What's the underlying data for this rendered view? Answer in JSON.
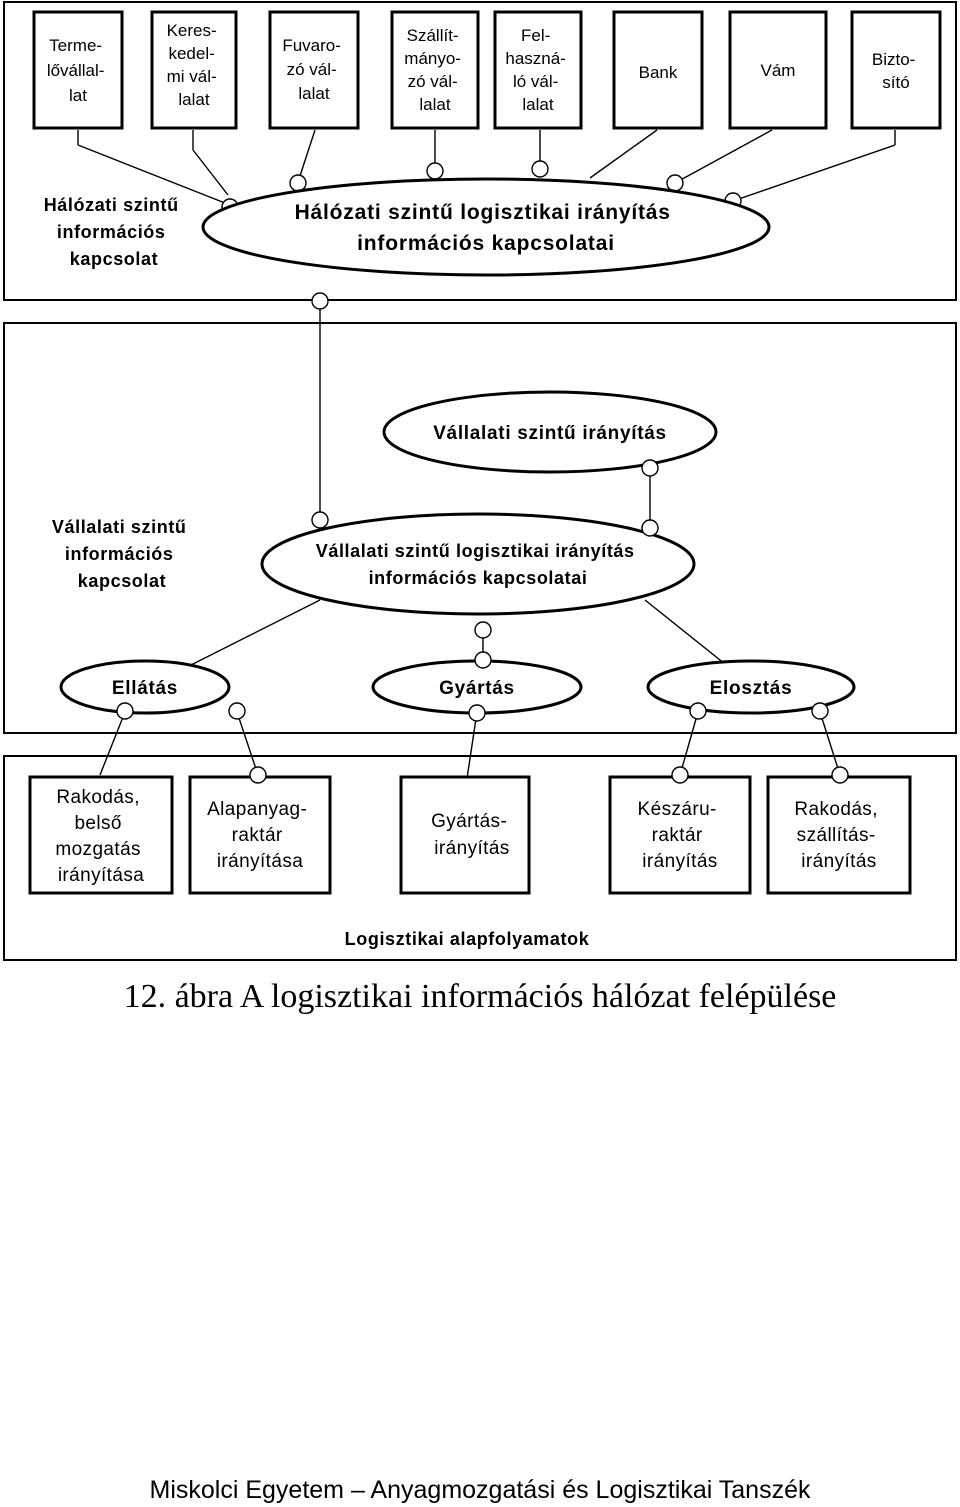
{
  "network": {
    "companies": [
      [
        "Terme-",
        "lővállal-",
        "lat"
      ],
      [
        "Keres-",
        "kedel-",
        "mi vál-",
        "lalat"
      ],
      [
        "Fuvaro-",
        "zó vál-",
        "lalat"
      ],
      [
        "Szállít-",
        "mányo-",
        "zó vál-",
        "lalat"
      ],
      [
        "Fel-",
        "haszná-",
        "ló vál-",
        "lalat"
      ],
      [
        "Bank"
      ],
      [
        "Vám"
      ],
      [
        "Bizto-",
        "sító"
      ]
    ],
    "side_label": [
      "Hálózati szintű",
      "információs",
      "kapcsolat"
    ],
    "hub": [
      "Hálózati szintű logisztikai irányítás",
      "információs kapcsolatai"
    ]
  },
  "enterprise": {
    "top": "Vállalati szintű irányítás",
    "side_label": [
      "Vállalati szintű",
      "információs",
      "kapcsolat"
    ],
    "hub": [
      "Vállalati szintű logisztikai irányítás",
      "információs kapcsolatai"
    ],
    "functions": [
      "Ellátás",
      "Gyártás",
      "Elosztás"
    ]
  },
  "basic": {
    "boxes": [
      [
        "Rakodás,",
        "belső",
        "mozgatás",
        "irányítása"
      ],
      [
        "Alapanyag-",
        "raktár",
        "irányítása"
      ],
      [
        "Gyártás-",
        "irányítás"
      ],
      [
        "Készáru-",
        "raktár",
        "irányítás"
      ],
      [
        "Rakodás,",
        "szállítás-",
        "irányítás"
      ]
    ],
    "label": "Logisztikai alapfolyamatok"
  },
  "caption": "12. ábra A logisztikai információs hálózat felépülése",
  "footer": "Miskolci Egyetem – Anyagmozgatási és Logisztikai Tanszék"
}
